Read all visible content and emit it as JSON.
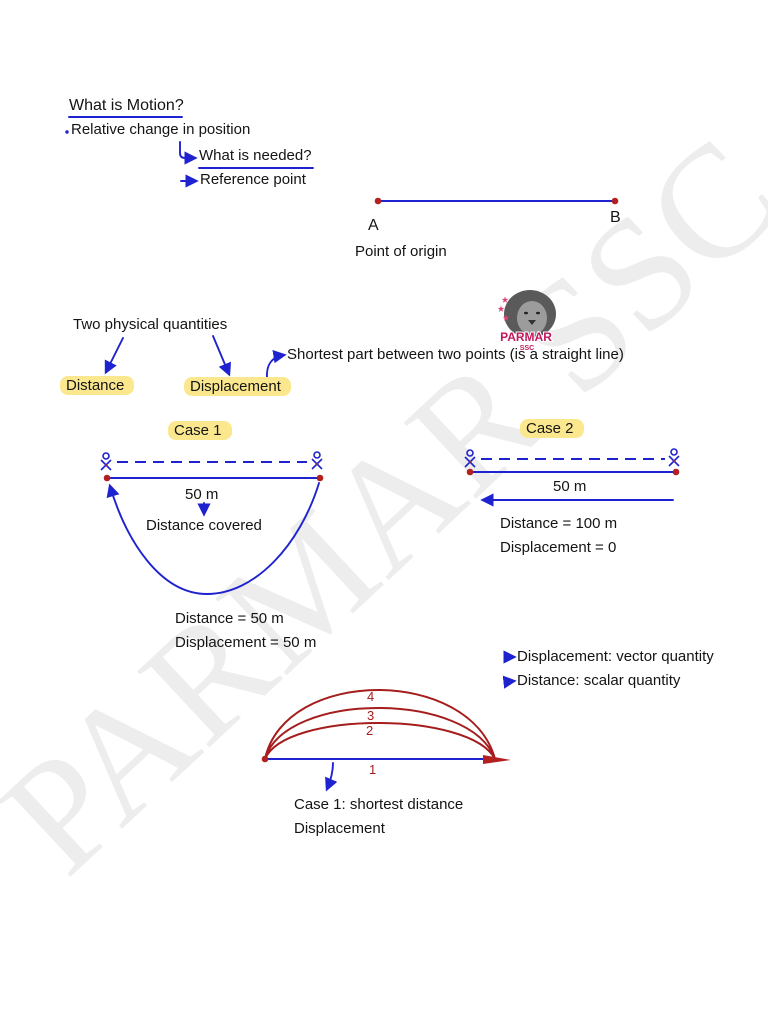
{
  "notes": {
    "motion": {
      "heading": "What is Motion?",
      "definition": "Relative change in position",
      "question": "What is needed?",
      "answer": "Reference point"
    },
    "origin_diagram": {
      "point_a": "A",
      "point_b": "B",
      "caption": "Point of origin"
    },
    "quantities": {
      "heading": "Two physical quantities",
      "distance": "Distance",
      "displacement": "Displacement",
      "displacement_note": "Shortest part between two points (is a straight line)"
    },
    "case1": {
      "label": "Case 1",
      "length": "50 m",
      "path_label": "Distance covered",
      "distance": "Distance = 50 m",
      "displacement": "Displacement = 50 m"
    },
    "case2": {
      "label": "Case 2",
      "length": "50 m",
      "distance": "Distance = 100 m",
      "displacement": "Displacement = 0"
    },
    "definitions": {
      "displacement": "Displacement: vector quantity",
      "distance": "Distance: scalar quantity"
    },
    "paths_diagram": {
      "path_labels": [
        "1",
        "2",
        "3",
        "4"
      ],
      "caption_line1": "Case 1: shortest distance",
      "caption_line2": "Displacement"
    }
  },
  "logo": {
    "name": "PARMAR",
    "tagline": "SSC"
  },
  "watermark": "PARMAR SSC",
  "icons": {
    "figure": "person-icon",
    "star": "star-icon",
    "arrow": "arrow-icon"
  },
  "colors": {
    "ink": "#141414",
    "pen_blue": "#1f23cf",
    "pen_red": "#b32020",
    "arc_red": "#a51d1d",
    "highlight": "#fbe88e",
    "watermark": "#ededed",
    "logo_magenta": "#c2185b"
  }
}
